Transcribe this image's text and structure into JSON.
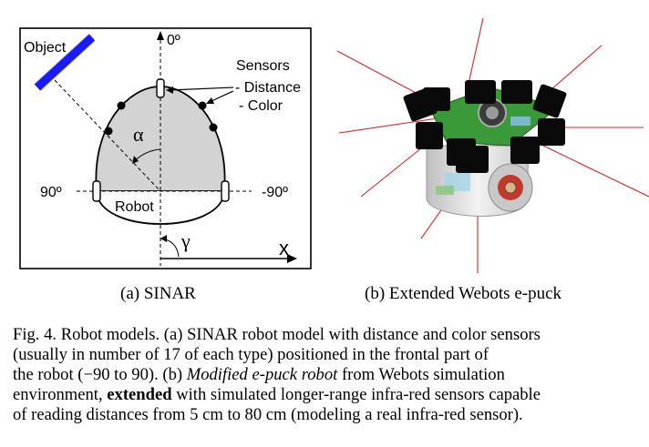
{
  "panel_a": {
    "object_label": "Object",
    "top_angle": "0º",
    "sensors_title": "Sensors",
    "sensor_distance": "- Distance",
    "sensor_color": "- Color",
    "alpha": "α",
    "left_angle": "90º",
    "right_angle": "-90º",
    "robot_label": "Robot",
    "gamma": "γ",
    "x_axis": "x",
    "subcaption": "(a)  SINAR"
  },
  "panel_b": {
    "subcaption": "(b)  Extended Webots e-puck"
  },
  "caption": {
    "line1_prefix": "Fig. 4.  Robot models. (a) SINAR robot model with distance and color sensors",
    "line2": "(usually in number of 17 of each type) positioned in the frontal part of",
    "line3_prefix": "the robot (−90 to 90). (b) ",
    "line3_emph": "Modified e-puck robot",
    "line3_suffix": " from Webots simulation",
    "line4_prefix": "environment, ",
    "line4_bold": "extended",
    "line4_suffix": " with simulated longer-range infra-red sensors capable",
    "line5": "of reading distances from 5 cm to 80 cm (modeling a real infra-red sensor)."
  },
  "colors": {
    "object_bar": "#1a1aff",
    "robot_fill": "#d3d3d3",
    "ray_color": "#e02020",
    "board_green": "#3a9a3a"
  }
}
